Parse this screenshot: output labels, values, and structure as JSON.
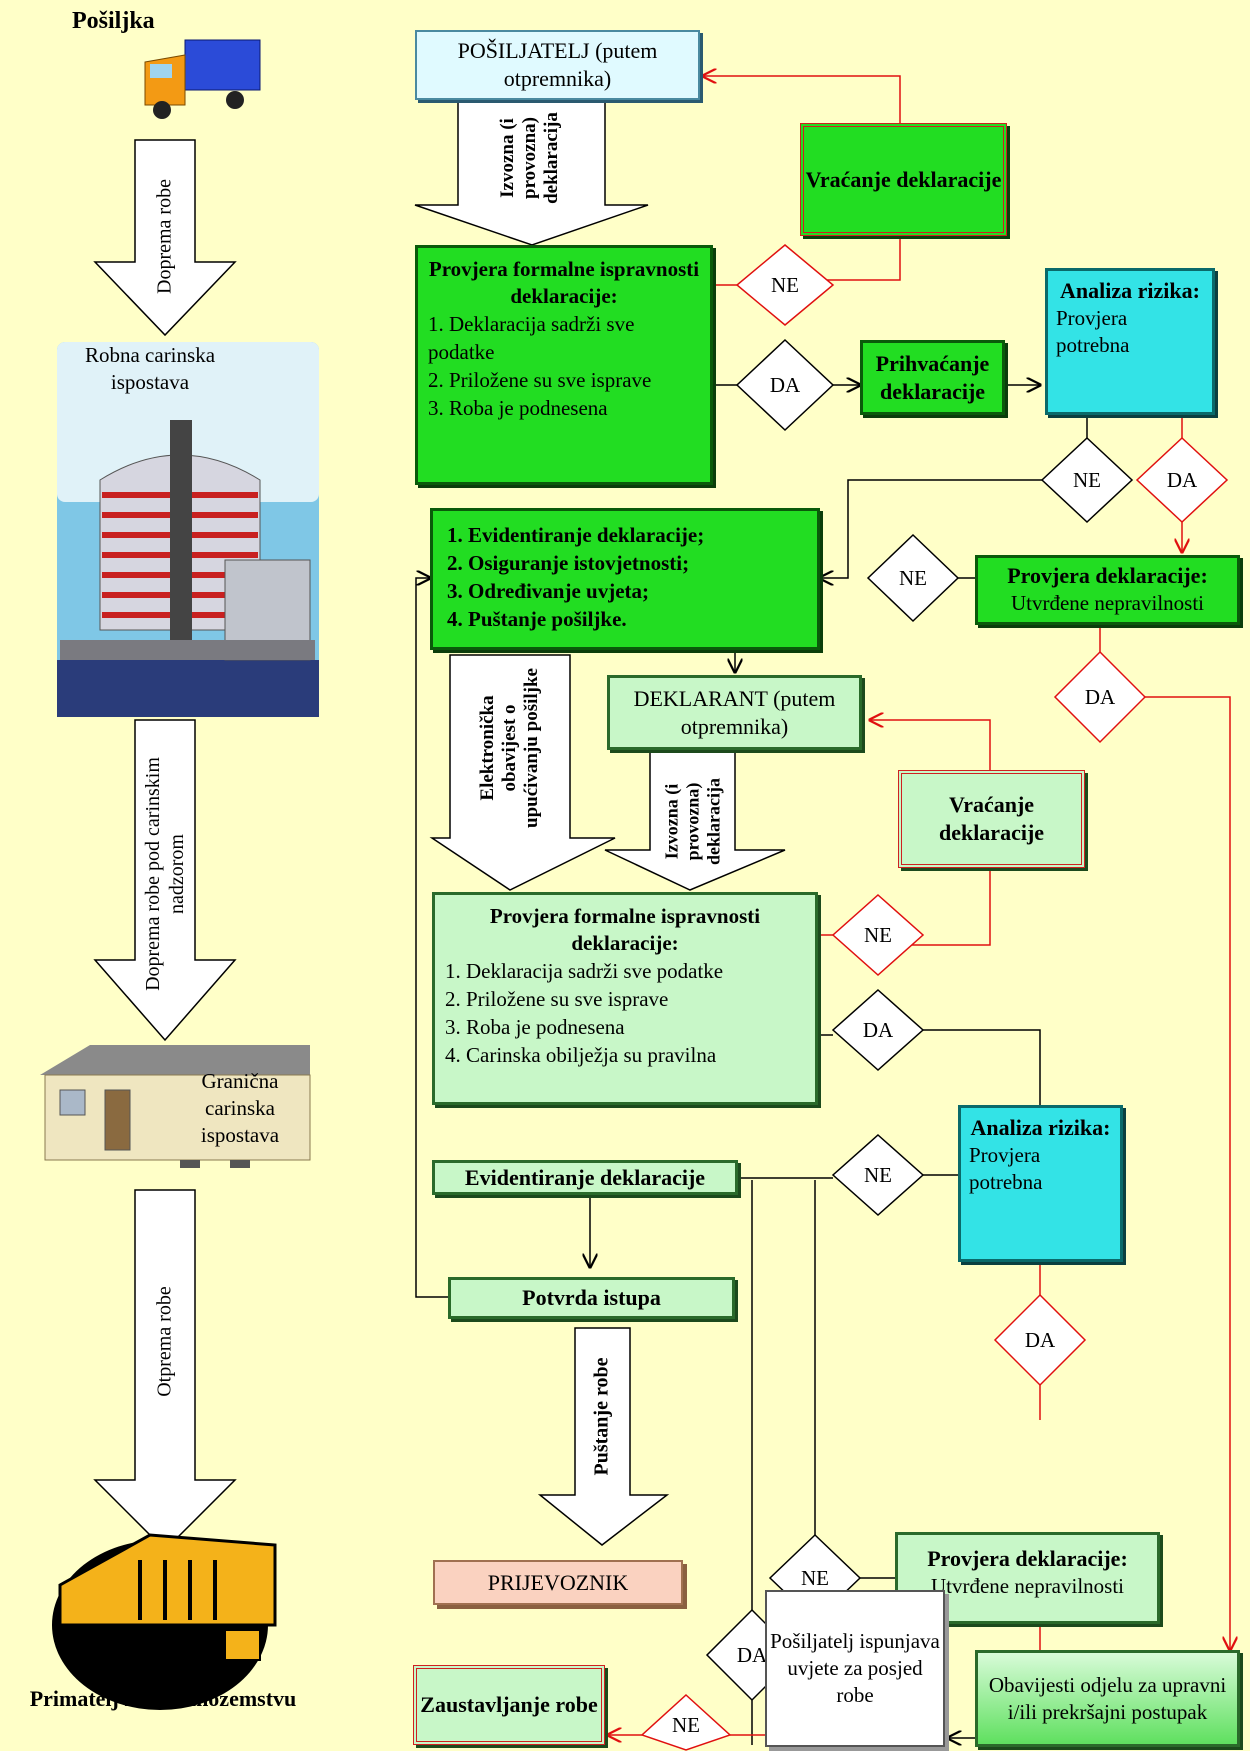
{
  "left": {
    "title_top": "Pošiljka",
    "arrow1": "Doprema robe",
    "office1": "Robna carinska ispostava",
    "arrow2": "Doprema robe pod carinskim nadzorom",
    "office2": "Granična carinska ispostava",
    "arrow3": "Otprema robe",
    "title_bottom": "Primatelj robe u inozemstvu"
  },
  "top_section": {
    "sender": "POŠILJATELJ (putem otpremnika)",
    "arrow_decl": "Izvozna (i provozna) deklaracija",
    "return_box": "Vraćanje deklaracije",
    "check": {
      "title": "Provjera formalne ispravnosti deklaracije:",
      "items": [
        "1.  Deklaracija sadrži sve podatke",
        "2.  Priložene su sve isprave",
        "3.  Roba je podnesena"
      ]
    },
    "d_ne": "NE",
    "d_da": "DA",
    "accept": "Prihvaćanje deklaracije",
    "risk": {
      "title": "Analiza rizika:",
      "sub": "Provjera potrebna"
    },
    "d_risk_ne": "NE",
    "d_risk_da": "DA",
    "steps": [
      "1.  Evidentiranje deklaracije;",
      "2.  Osiguranje istovjetnosti;",
      "3.  Određivanje uvjeta;",
      "4.  Puštanje pošiljke."
    ],
    "d_check_ne": "NE",
    "check_decl": {
      "title": "Provjera deklaracije:",
      "sub": "Utvrđene nepravilnosti"
    },
    "d_check_da": "DA"
  },
  "bottom_section": {
    "arrow_notice": "Elektronička obavijest o upućivanju pošiljke",
    "declarant": "DEKLARANT (putem otpremnika)",
    "arrow_decl": "Izvozna (i provozna) deklaracija",
    "return_box": "Vraćanje deklaracije",
    "check": {
      "title": "Provjera formalne ispravnosti deklaracije:",
      "items": [
        "1.  Deklaracija sadrži sve podatke",
        "2.  Priložene su sve isprave",
        "3.  Roba je podnesena",
        "4.  Carinska obilježja su pravilna"
      ]
    },
    "d_ne": "NE",
    "d_da": "DA",
    "risk": {
      "title": "Analiza rizika:",
      "sub": "Provjera potrebna"
    },
    "d_risk_ne": "NE",
    "d_risk_da": "DA",
    "record": "Evidentiranje deklaracije",
    "exit": "Potvrda istupa",
    "arrow_release": "Puštanje robe",
    "carrier": "PRIJEVOZNIK",
    "d_check_ne": "NE",
    "check_decl": {
      "title": "Provjera deklaracije:",
      "sub": "Utvrđene nepravilnosti"
    },
    "d_check_da": "DA",
    "d_sender_da": "DA",
    "sender_check": "Pošiljatelj ispunjava uvjete za posjed robe",
    "d_stop_ne": "NE",
    "stop": "Zaustavljanje robe",
    "notify": "Obavijesti odjelu za upravni i/ili prekršajni postupak"
  }
}
